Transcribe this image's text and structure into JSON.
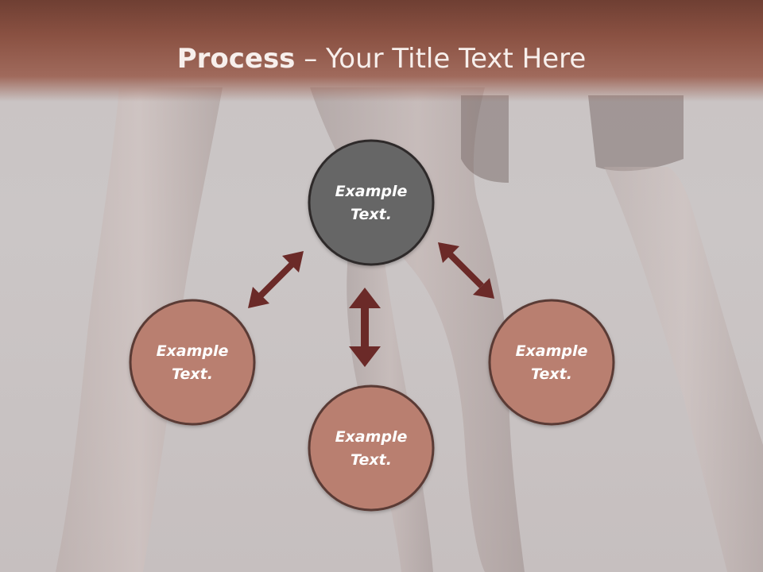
{
  "slide": {
    "title_bold": "Process",
    "title_rest": " – Your Title Text Here"
  },
  "nodes": [
    {
      "id": "top",
      "line1": "Example",
      "line2": "Text."
    },
    {
      "id": "left",
      "line1": "Example",
      "line2": "Text."
    },
    {
      "id": "bottom",
      "line1": "Example",
      "line2": "Text."
    },
    {
      "id": "right",
      "line1": "Example",
      "line2": "Text."
    }
  ],
  "colors": {
    "header": "#8a5142",
    "center_node": "#666666",
    "outer_node": "#b97f70",
    "node_border": "#3a2a28",
    "arrow": "#6b2a28",
    "label": "#ffffff"
  }
}
